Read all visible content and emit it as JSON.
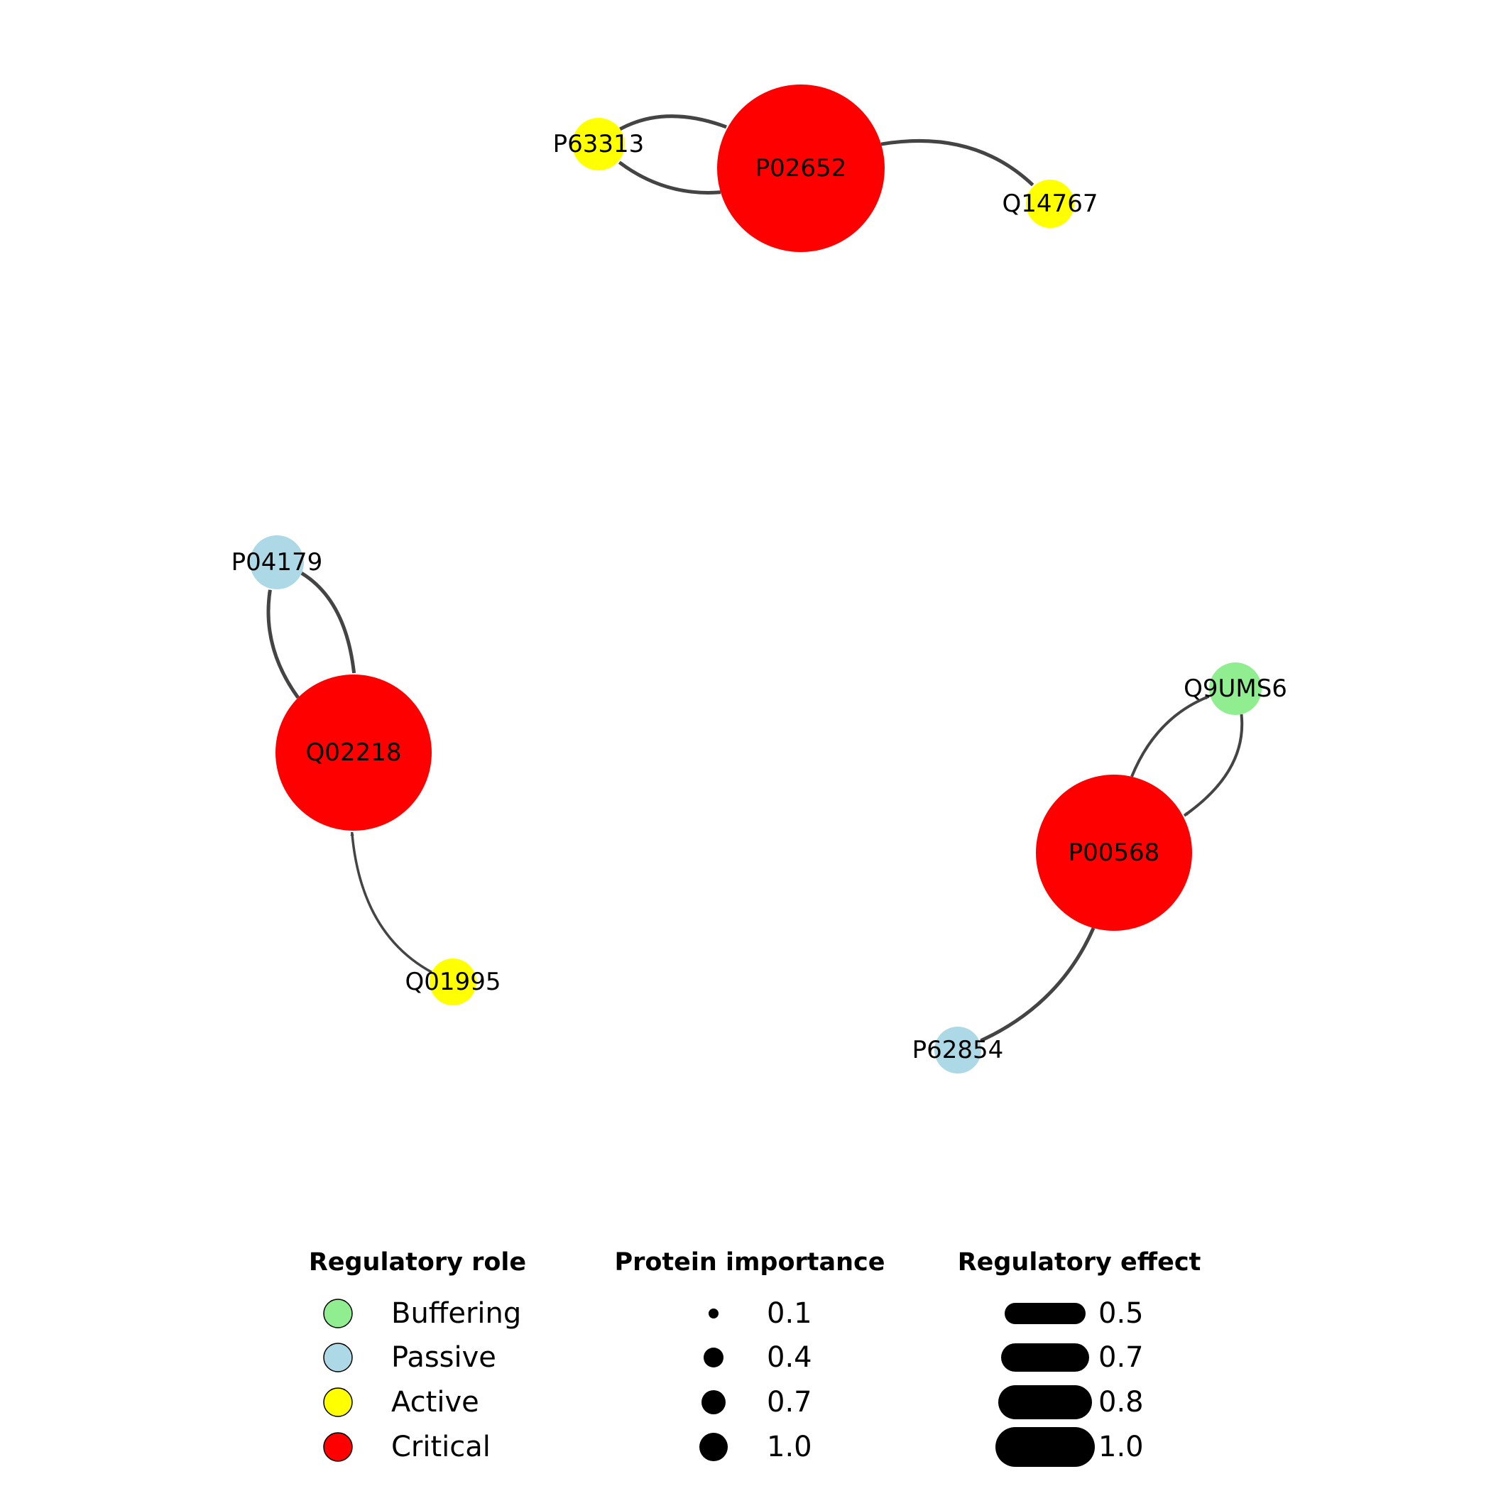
{
  "network": {
    "nodes": [
      {
        "id": "P02652",
        "role": "Critical"
      },
      {
        "id": "P63313",
        "role": "Active"
      },
      {
        "id": "Q14767",
        "role": "Active"
      },
      {
        "id": "P04179",
        "role": "Passive"
      },
      {
        "id": "Q02218",
        "role": "Critical"
      },
      {
        "id": "Q01995",
        "role": "Active"
      },
      {
        "id": "Q9UMS6",
        "role": "Buffering"
      },
      {
        "id": "P00568",
        "role": "Critical"
      },
      {
        "id": "P62854",
        "role": "Passive"
      }
    ],
    "edges": [
      {
        "from": "P63313",
        "to": "P02652"
      },
      {
        "from": "P02652",
        "to": "P63313"
      },
      {
        "from": "P02652",
        "to": "Q14767"
      },
      {
        "from": "P04179",
        "to": "Q02218"
      },
      {
        "from": "Q02218",
        "to": "P04179"
      },
      {
        "from": "Q01995",
        "to": "Q02218"
      },
      {
        "from": "P00568",
        "to": "Q9UMS6"
      },
      {
        "from": "Q9UMS6",
        "to": "P00568"
      },
      {
        "from": "P00568",
        "to": "P62854"
      }
    ]
  },
  "legend": {
    "role": {
      "title": "Regulatory role",
      "items": [
        {
          "label": "Buffering",
          "color": "#90ee90"
        },
        {
          "label": "Passive",
          "color": "#add8e6"
        },
        {
          "label": "Active",
          "color": "#ffff00"
        },
        {
          "label": "Critical",
          "color": "#ff0000"
        }
      ]
    },
    "importance": {
      "title": "Protein importance",
      "items": [
        {
          "label": "0.1",
          "value": 0.1
        },
        {
          "label": "0.4",
          "value": 0.4
        },
        {
          "label": "0.7",
          "value": 0.7
        },
        {
          "label": "1.0",
          "value": 1.0
        }
      ]
    },
    "effect": {
      "title": "Regulatory effect",
      "items": [
        {
          "label": "0.5",
          "value": 0.5
        },
        {
          "label": "0.7",
          "value": 0.7
        },
        {
          "label": "0.8",
          "value": 0.8
        },
        {
          "label": "1.0",
          "value": 1.0
        }
      ]
    }
  },
  "colors": {
    "edge": "#444444",
    "Buffering": "#90ee90",
    "Passive": "#add8e6",
    "Active": "#ffff00",
    "Critical": "#ff0000"
  }
}
